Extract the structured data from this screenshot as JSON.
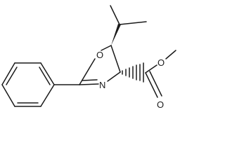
{
  "molecule": {
    "atom_labels": {
      "ring_oxygen": "O",
      "ring_nitrogen": "N",
      "carbonyl_oxygen": "O",
      "ester_oxygen": "O"
    }
  },
  "colors": {
    "bond": "#1a1a1a",
    "background": "#ffffff"
  }
}
